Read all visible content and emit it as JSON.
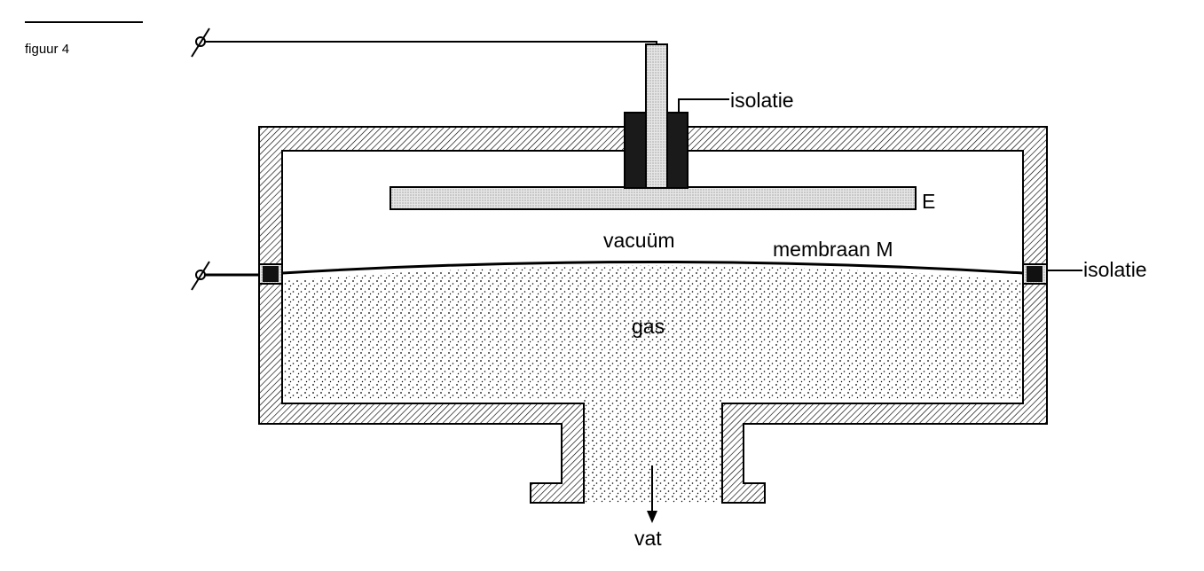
{
  "figure": {
    "caption": "figuur 4"
  },
  "labels": {
    "isolation_top": "isolatie",
    "electrode": "E",
    "vacuum": "vacuüm",
    "membrane": "membraan M",
    "isolation_right": "isolatie",
    "gas": "gas",
    "vessel": "vat"
  },
  "colors": {
    "ink": "#000000",
    "stipple": "#d6d6d6",
    "hatch": "#000000",
    "insulator": "#1a1a1a"
  }
}
